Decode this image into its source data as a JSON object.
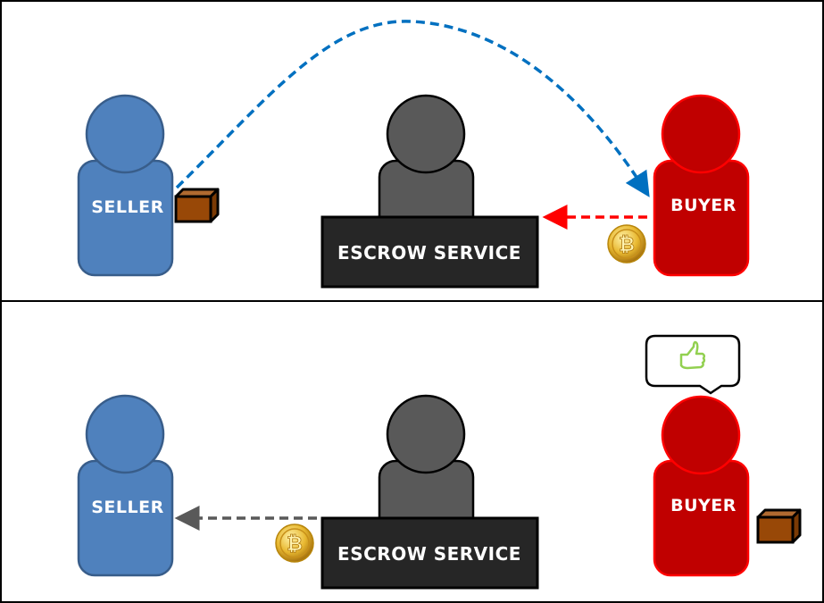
{
  "panels": [
    {
      "name": "deposit-stage",
      "seller_label": "SELLER",
      "buyer_label": "BUYER",
      "escrow_label": "ESCROW SERVICE"
    },
    {
      "name": "release-stage",
      "seller_label": "SELLER",
      "buyer_label": "BUYER",
      "escrow_label": "ESCROW SERVICE"
    }
  ],
  "colors": {
    "seller": "#4f81bd",
    "seller_stroke": "#385d8a",
    "buyer": "#c00000",
    "buyer_stroke": "#ff0000",
    "escrow_head": "#595959",
    "escrow_box": "#262626",
    "package": "#984807",
    "shipping_arrow": "#0070c0",
    "payment_arrow": "#ff0000",
    "release_arrow": "#595959",
    "thumbs_up": "#92d050"
  },
  "icons": [
    "package-icon",
    "bitcoin-icon",
    "thumbs-up-icon",
    "speech-bubble-icon"
  ]
}
